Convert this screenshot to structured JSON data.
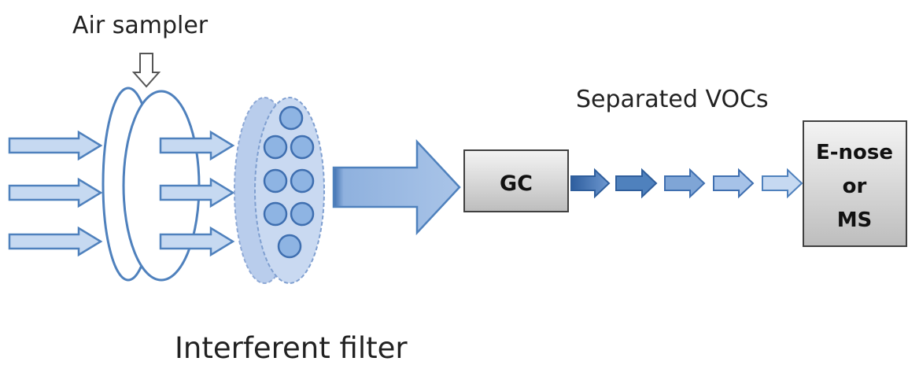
{
  "labels": {
    "air_sampler": "Air sampler",
    "separated_vocs": "Separated VOCs",
    "interferent_filter": "Interferent filter",
    "gc": "GC",
    "detector_line1": "E-nose",
    "detector_line2": "or",
    "detector_line3": "MS"
  },
  "colors": {
    "arrow_fill": "#c6d9f1",
    "arrow_stroke": "#4f81bd",
    "sampler_fill": "#ffffff",
    "filter_fill": "#b9cdec",
    "bead_fill": "#8eb4e3",
    "box_fill_top": "#f2f2f2",
    "box_fill_bottom": "#bfbfbf",
    "box_stroke": "#404040"
  },
  "icons": {
    "down_arrow": "hollow-down-arrow-icon",
    "flow_arrow": "right-arrow-icon"
  }
}
